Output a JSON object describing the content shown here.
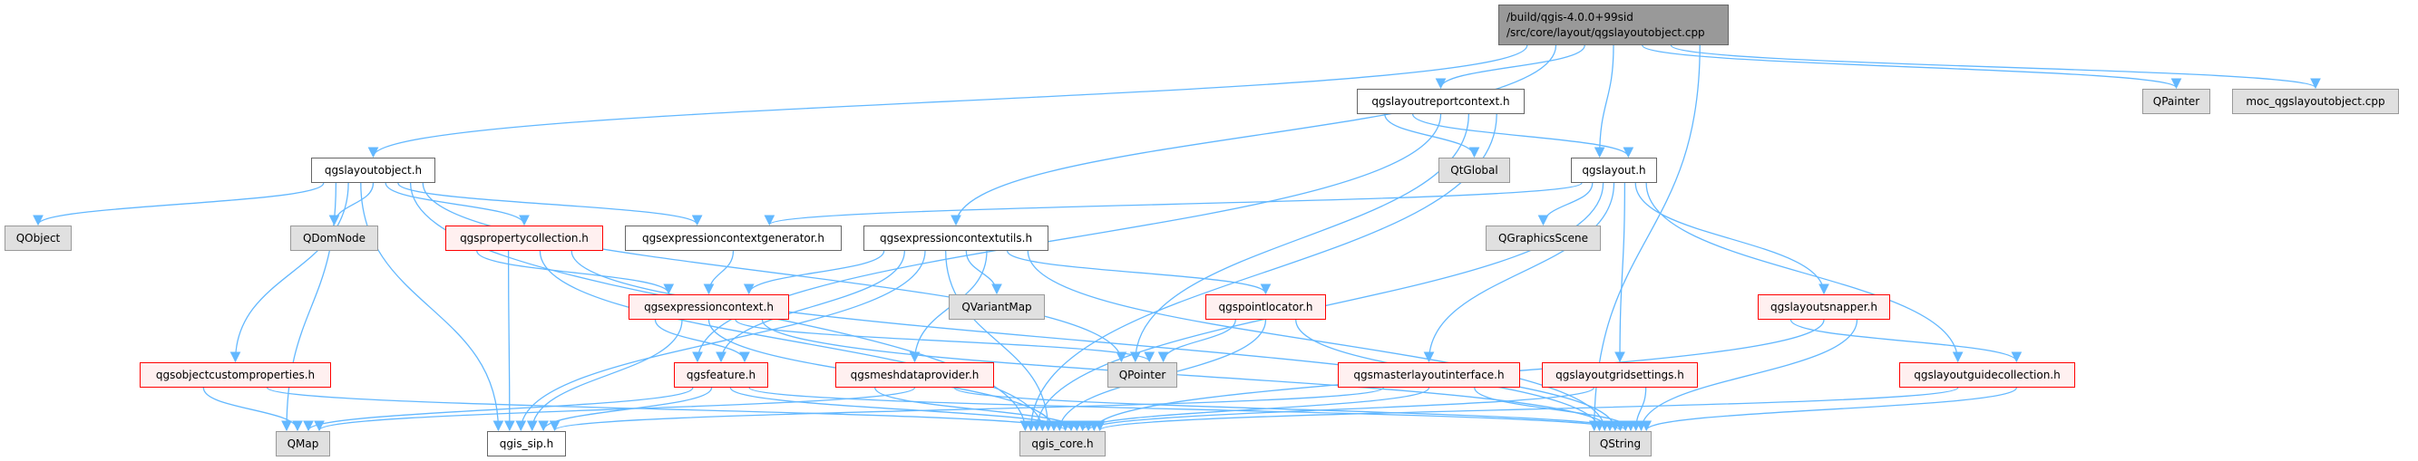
{
  "root": {
    "line1": "/build/qgis-4.0.0+99sid",
    "line2": "/src/core/layout/qgslayoutobject.cpp"
  },
  "nodes": {
    "qgslayoutobject_h": {
      "label": "qgslayoutobject.h",
      "kind": "plain"
    },
    "qgslayoutreportcontext_h": {
      "label": "qgslayoutreportcontext.h",
      "kind": "plain"
    },
    "qgslayout_h": {
      "label": "qgslayout.h",
      "kind": "plain"
    },
    "QPainter": {
      "label": "QPainter",
      "kind": "ext"
    },
    "moc_cpp": {
      "label": "moc_qgslayoutobject.cpp",
      "kind": "ext"
    },
    "QtGlobal": {
      "label": "QtGlobal",
      "kind": "ext"
    },
    "QObject": {
      "label": "QObject",
      "kind": "ext"
    },
    "QDomNode": {
      "label": "QDomNode",
      "kind": "ext"
    },
    "qgspropertycollection_h": {
      "label": "qgspropertycollection.h",
      "kind": "red"
    },
    "qgsexpressioncontextgenerator_h": {
      "label": "qgsexpressioncontextgenerator.h",
      "kind": "plain"
    },
    "qgsexpressioncontextutils_h": {
      "label": "qgsexpressioncontextutils.h",
      "kind": "plain"
    },
    "QGraphicsScene": {
      "label": "QGraphicsScene",
      "kind": "ext"
    },
    "qgsexpressioncontext_h": {
      "label": "qgsexpressioncontext.h",
      "kind": "red"
    },
    "QVariantMap": {
      "label": "QVariantMap",
      "kind": "ext"
    },
    "qgspointlocator_h": {
      "label": "qgspointlocator.h",
      "kind": "red"
    },
    "qgslayoutsnapper_h": {
      "label": "qgslayoutsnapper.h",
      "kind": "red"
    },
    "qgsobjectcustomproperties_h": {
      "label": "qgsobjectcustomproperties.h",
      "kind": "red"
    },
    "qgsfeature_h": {
      "label": "qgsfeature.h",
      "kind": "red"
    },
    "qgsmeshdataprovider_h": {
      "label": "qgsmeshdataprovider.h",
      "kind": "red"
    },
    "QPointer": {
      "label": "QPointer",
      "kind": "ext"
    },
    "qgsmasterlayoutinterface_h": {
      "label": "qgsmasterlayoutinterface.h",
      "kind": "red"
    },
    "qgslayoutgridsettings_h": {
      "label": "qgslayoutgridsettings.h",
      "kind": "red"
    },
    "qgslayoutguidecollection_h": {
      "label": "qgslayoutguidecollection.h",
      "kind": "red"
    },
    "QMap": {
      "label": "QMap",
      "kind": "ext"
    },
    "qgis_sip_h": {
      "label": "qgis_sip.h",
      "kind": "plain"
    },
    "qgis_core_h": {
      "label": "qgis_core.h",
      "kind": "ext"
    },
    "QString": {
      "label": "QString",
      "kind": "ext"
    }
  },
  "edges": [
    [
      "root",
      "qgslayoutobject_h"
    ],
    [
      "root",
      "qgsexpressioncontextutils_h"
    ],
    [
      "root",
      "qgslayoutreportcontext_h"
    ],
    [
      "root",
      "qgslayout_h"
    ],
    [
      "root",
      "QPainter"
    ],
    [
      "root",
      "moc_cpp"
    ],
    [
      "root",
      "QString"
    ],
    [
      "qgslayoutobject_h",
      "QObject"
    ],
    [
      "qgslayoutobject_h",
      "QMap"
    ],
    [
      "qgslayoutobject_h",
      "qgsobjectcustomproperties_h"
    ],
    [
      "qgslayoutobject_h",
      "qgis_sip_h"
    ],
    [
      "qgslayoutobject_h",
      "QDomNode"
    ],
    [
      "qgslayoutobject_h",
      "qgspropertycollection_h"
    ],
    [
      "qgslayoutobject_h",
      "qgsexpressioncontextgenerator_h"
    ],
    [
      "qgslayoutobject_h",
      "qgis_core_h"
    ],
    [
      "qgslayoutobject_h",
      "QPointer"
    ],
    [
      "qgslayoutreportcontext_h",
      "QtGlobal"
    ],
    [
      "qgslayoutreportcontext_h",
      "qgslayout_h"
    ],
    [
      "qgslayoutreportcontext_h",
      "qgsfeature_h"
    ],
    [
      "qgslayoutreportcontext_h",
      "QPointer"
    ],
    [
      "qgslayoutreportcontext_h",
      "qgis_core_h"
    ],
    [
      "qgslayout_h",
      "qgsexpressioncontextgenerator_h"
    ],
    [
      "qgslayout_h",
      "QGraphicsScene"
    ],
    [
      "qgslayout_h",
      "qgis_core_h"
    ],
    [
      "qgslayout_h",
      "qgsmasterlayoutinterface_h"
    ],
    [
      "qgslayout_h",
      "qgslayoutgridsettings_h"
    ],
    [
      "qgslayout_h",
      "qgslayoutsnapper_h"
    ],
    [
      "qgslayout_h",
      "qgslayoutguidecollection_h"
    ],
    [
      "qgspropertycollection_h",
      "qgsexpressioncontext_h"
    ],
    [
      "qgspropertycollection_h",
      "qgis_sip_h"
    ],
    [
      "qgspropertycollection_h",
      "qgis_core_h"
    ],
    [
      "qgspropertycollection_h",
      "QString"
    ],
    [
      "qgsexpressioncontextgenerator_h",
      "qgsexpressioncontext_h"
    ],
    [
      "qgsexpressioncontextutils_h",
      "qgsexpressioncontext_h"
    ],
    [
      "qgsexpressioncontextutils_h",
      "qgsfeature_h"
    ],
    [
      "qgsexpressioncontextutils_h",
      "qgis_sip_h"
    ],
    [
      "qgsexpressioncontextutils_h",
      "qgis_core_h"
    ],
    [
      "qgsexpressioncontextutils_h",
      "QVariantMap"
    ],
    [
      "qgsexpressioncontextutils_h",
      "qgsmeshdataprovider_h"
    ],
    [
      "qgsexpressioncontextutils_h",
      "qgspointlocator_h"
    ],
    [
      "qgsexpressioncontextutils_h",
      "QString"
    ],
    [
      "qgsexpressioncontext_h",
      "qgsfeature_h"
    ],
    [
      "qgsexpressioncontext_h",
      "qgis_sip_h"
    ],
    [
      "qgsexpressioncontext_h",
      "qgis_core_h"
    ],
    [
      "qgsexpressioncontext_h",
      "QPointer"
    ],
    [
      "qgsexpressioncontext_h",
      "QString"
    ],
    [
      "qgspointlocator_h",
      "QPointer"
    ],
    [
      "qgspointlocator_h",
      "qgis_core_h"
    ],
    [
      "qgspointlocator_h",
      "QString"
    ],
    [
      "qgsobjectcustomproperties_h",
      "QMap"
    ],
    [
      "qgsobjectcustomproperties_h",
      "qgis_core_h"
    ],
    [
      "qgsfeature_h",
      "QMap"
    ],
    [
      "qgsfeature_h",
      "qgis_sip_h"
    ],
    [
      "qgsfeature_h",
      "qgis_core_h"
    ],
    [
      "qgsfeature_h",
      "QString"
    ],
    [
      "qgsmeshdataprovider_h",
      "qgis_core_h"
    ],
    [
      "qgsmeshdataprovider_h",
      "QMap"
    ],
    [
      "qgsmeshdataprovider_h",
      "QString"
    ],
    [
      "qgsmasterlayoutinterface_h",
      "qgis_sip_h"
    ],
    [
      "qgsmasterlayoutinterface_h",
      "qgis_core_h"
    ],
    [
      "qgsmasterlayoutinterface_h",
      "QString"
    ],
    [
      "qgslayoutgridsettings_h",
      "qgis_core_h"
    ],
    [
      "qgslayoutgridsettings_h",
      "QString"
    ],
    [
      "qgslayoutsnapper_h",
      "qgslayoutguidecollection_h"
    ],
    [
      "qgslayoutsnapper_h",
      "qgis_core_h"
    ],
    [
      "qgslayoutsnapper_h",
      "QString"
    ],
    [
      "qgslayoutguidecollection_h",
      "qgis_core_h"
    ],
    [
      "qgslayoutguidecollection_h",
      "QString"
    ]
  ],
  "colors": {
    "edge": "#63b8ff"
  }
}
